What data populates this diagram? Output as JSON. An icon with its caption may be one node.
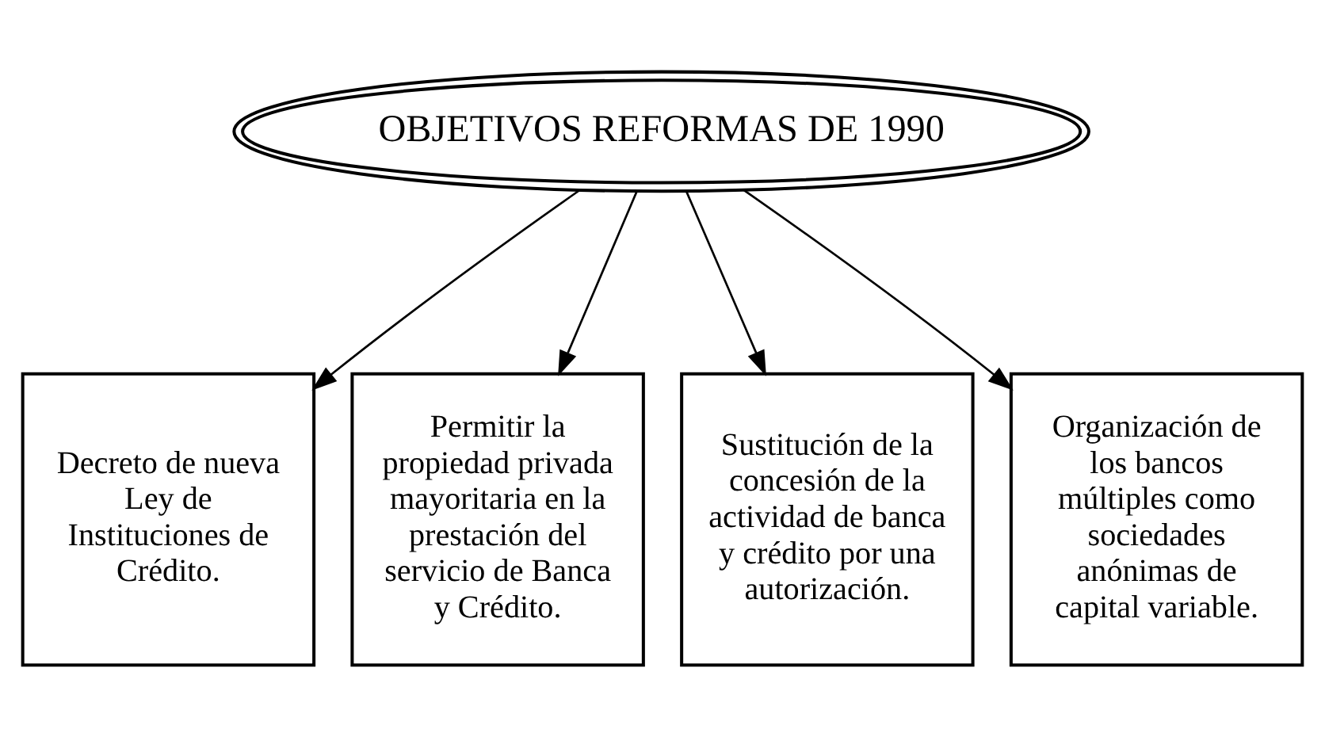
{
  "diagram": {
    "nodes": [
      {
        "text": [
          "OBJETIVOS REFORMAS DE 1990"
        ]
      },
      {
        "text": [
          "Decreto de nueva Ley de Instituciones de Crédito."
        ]
      },
      {
        "text": [
          "Permitir la propiedad privada mayoritaria en la prestación del servicio de Banca y Crédito."
        ]
      },
      {
        "text": [
          "Sustitución de la concesión de la actividad de banca y crédito por una autorización."
        ]
      },
      {
        "text": [
          "Organización de los bancos múltiples como sociedades anónimas de capital variable."
        ]
      }
    ],
    "edges": [
      {
        "from": 0,
        "to": 1,
        "arrow": "to"
      },
      {
        "from": 0,
        "to": 2,
        "arrow": "to"
      },
      {
        "from": 0,
        "to": 3,
        "arrow": "to"
      },
      {
        "from": 0,
        "to": 4,
        "arrow": "to"
      }
    ]
  }
}
